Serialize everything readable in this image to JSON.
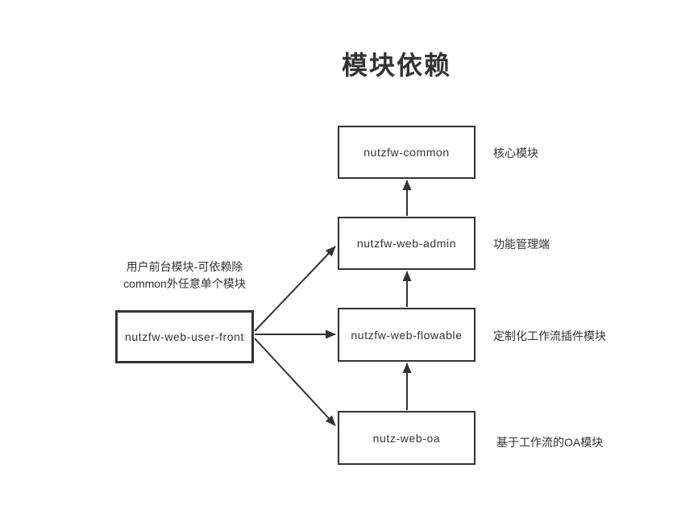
{
  "title": "模块依赖",
  "nodes": {
    "common": {
      "label": "nutzfw-common",
      "description": "核心模块"
    },
    "admin": {
      "label": "nutzfw-web-admin",
      "description": "功能管理端"
    },
    "flowable": {
      "label": "nutzfw-web-flowable",
      "description": "定制化工作流插件模块"
    },
    "oa": {
      "label": "nutz-web-oa",
      "description": "基于工作流的OA模块"
    },
    "user_front": {
      "label": "nutzfw-web-user-front",
      "annotation": "用户前台模块-可依赖除\ncommon外任意单个模块"
    }
  },
  "edges": [
    {
      "from": "nutzfw-web-admin",
      "to": "nutzfw-common"
    },
    {
      "from": "nutzfw-web-flowable",
      "to": "nutzfw-web-admin"
    },
    {
      "from": "nutz-web-oa",
      "to": "nutzfw-web-flowable"
    },
    {
      "from": "nutzfw-web-user-front",
      "to": "nutzfw-web-admin"
    },
    {
      "from": "nutzfw-web-user-front",
      "to": "nutzfw-web-flowable"
    },
    {
      "from": "nutzfw-web-user-front",
      "to": "nutz-web-oa"
    }
  ],
  "colors": {
    "line": "#333333",
    "text": "#333333",
    "background": "#ffffff"
  }
}
